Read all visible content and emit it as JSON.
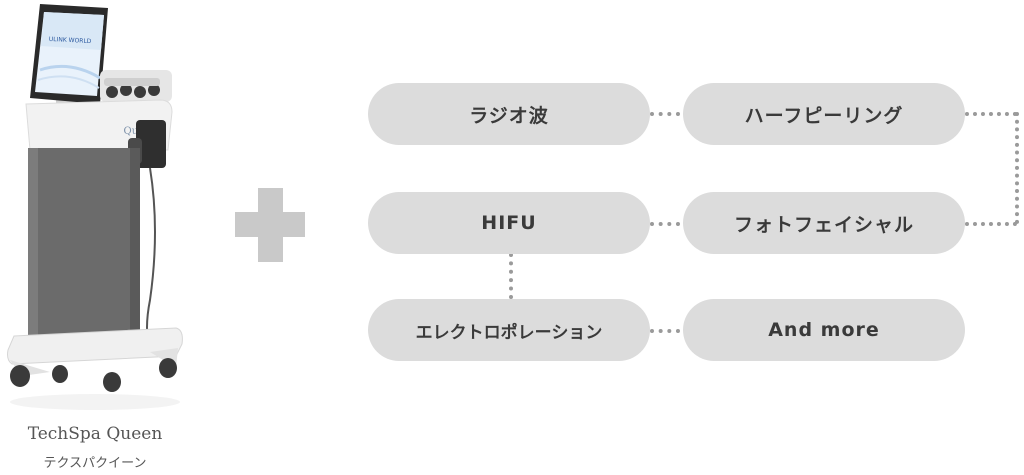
{
  "product": {
    "name_en": "TechSpa Queen",
    "name_ja": "テクスパクイーン",
    "screen_brand": "ULINK WORLD",
    "side_logo": "Queen"
  },
  "features": {
    "row1": [
      "ラジオ波",
      "ハーフピーリング"
    ],
    "row2": [
      "HIFU",
      "フォトフェイシャル"
    ],
    "row3": [
      "エレクトロポレーション",
      "And more"
    ]
  },
  "colors": {
    "pill_bg": "#dcdcdc",
    "pill_text": "#3a3a3a",
    "connector": "#9a9a9a",
    "plus": "#c9c9c9",
    "device_body": "#6b6b6b"
  }
}
